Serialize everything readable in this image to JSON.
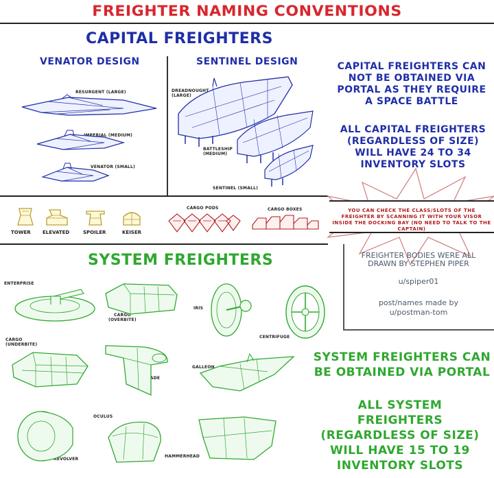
{
  "title": "FREIGHTER NAMING CONVENTIONS",
  "capital": {
    "heading": "CAPITAL FREIGHTERS",
    "venator_heading": "VENATOR DESIGN",
    "sentinel_heading": "SENTINEL DESIGN",
    "venator_labels": [
      "RESURGENT (LARGE)",
      "IMPERIAL (MEDIUM)",
      "VENATOR (SMALL)"
    ],
    "sentinel_labels": [
      "DREADNOUGHT\n(LARGE)",
      "BATTLESHIP\n(MEDIUM)",
      "SENTINEL (SMALL)"
    ],
    "info_1": "CAPITAL FREIGHTERS CAN NOT BE OBTAINED VIA PORTAL AS THEY REQUIRE A SPACE BATTLE",
    "info_2": "ALL CAPITAL FREIGHTERS (REGARDLESS OF SIZE) WILL HAVE 24 TO 34 INVENTORY SLOTS"
  },
  "middle": {
    "parts": [
      "TOWER",
      "ELEVATED",
      "SPOILER",
      "KEISER"
    ],
    "cargo_pods": "CARGO PODS",
    "cargo_boxes": "CARGO BOXES",
    "note": "YOU CAN CHECK THE CLASS/SLOTS OF THE FREIGHTER BY SCANNING IT WITH YOUR VISOR INSIDE THE DOCKING BAY (NO NEED TO TALK TO THE CAPTAIN)"
  },
  "system": {
    "heading": "SYSTEM FREIGHTERS",
    "labels": {
      "enterprise": "ENTERPRISE",
      "cargo_overbite": "CARGO\n(OVERBITE)",
      "iris": "IRIS",
      "centrifuge": "CENTRIFUGE",
      "cargo_underbite": "CARGO\n(UNDERBITE)",
      "blade": "BLADE",
      "galleon": "GALLEON",
      "oculus": "OCULUS",
      "revolver": "REVOLVER",
      "hammerhead": "HAMMERHEAD"
    },
    "info_1": "SYSTEM FREIGHTERS CAN BE OBTAINED VIA PORTAL",
    "info_2": "ALL SYSTEM FREIGHTERS (REGARDLESS OF SIZE) WILL HAVE 15 TO 19 INVENTORY SLOTS"
  },
  "credits": {
    "line1": "FREIGHTER BODIES WERE ALL DRAWN BY STEPHEN PIPER",
    "line2": "u/spiper01",
    "line3": "post/names made by",
    "line4": "u/postman-tom"
  },
  "colors": {
    "title_red": "#d8262e",
    "capital_blue": "#1f2ea8",
    "system_green": "#2fa82f",
    "parts_gold": "#b9a035",
    "cargo_red": "#b01b1b"
  }
}
